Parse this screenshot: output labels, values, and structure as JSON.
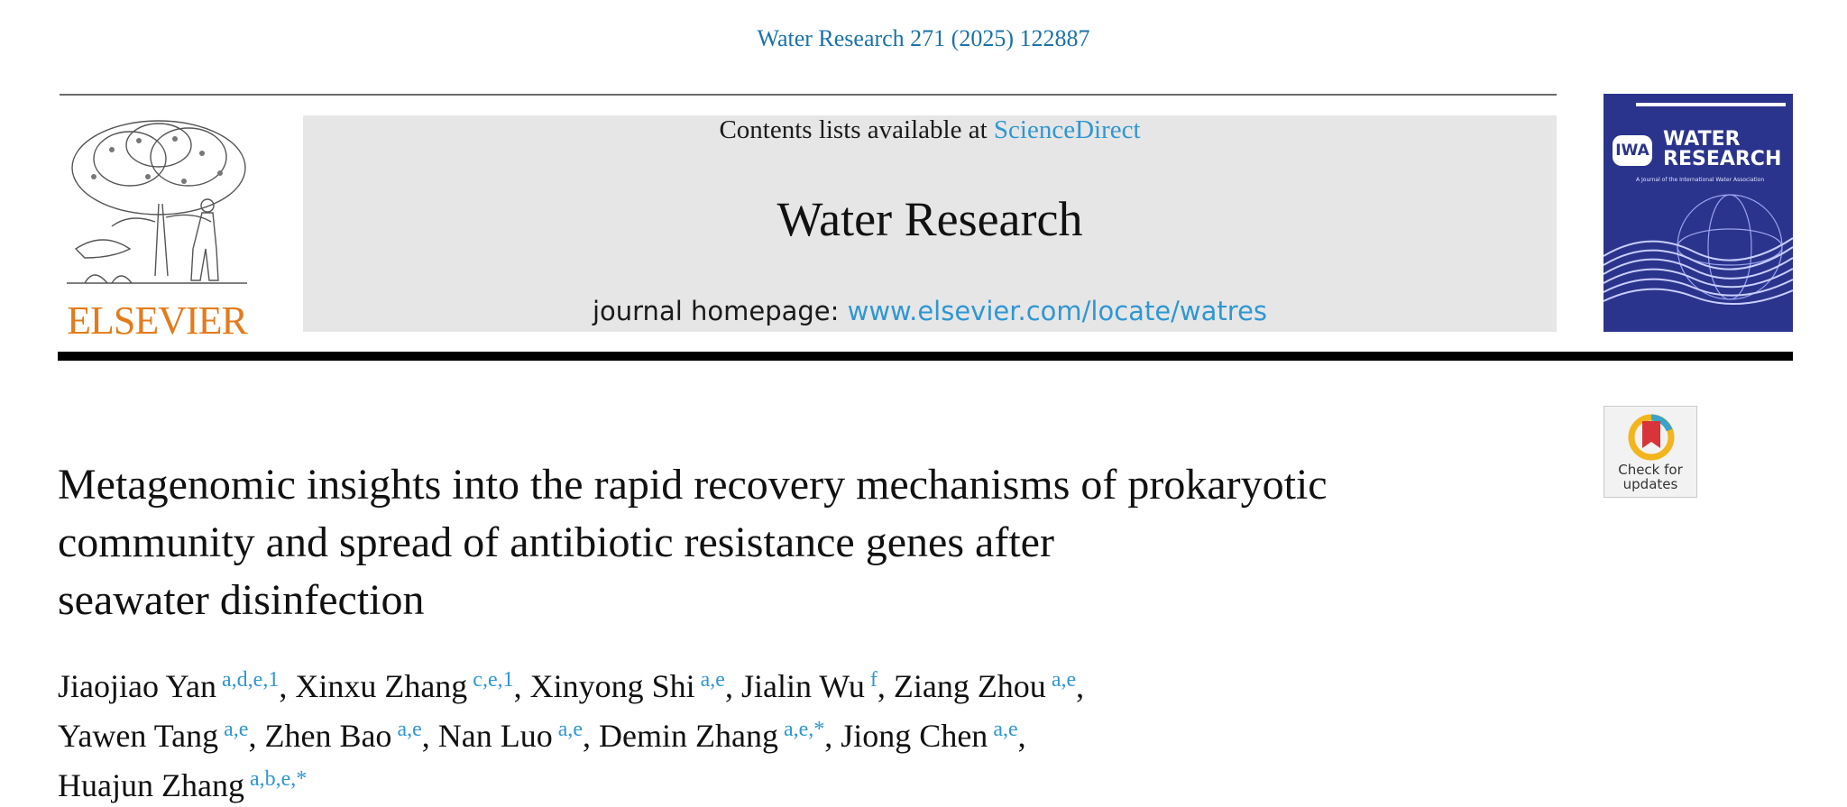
{
  "header": {
    "citation": "Water Research 271 (2025) 122887"
  },
  "publisher": {
    "name": "ELSEVIER",
    "brand_color": "#e37b1b"
  },
  "masthead": {
    "contents_prefix": "Contents lists available at",
    "contents_link": "ScienceDirect",
    "journal_name": "Water Research",
    "homepage_prefix": "journal homepage:",
    "homepage_link": "www.elsevier.com/locate/watres",
    "link_color": "#2f97d2",
    "background_color": "#e6e6e6"
  },
  "cover": {
    "badge": "IWA",
    "title_line1": "WATER",
    "title_line2": "RESEARCH",
    "tagline": "A Journal of the International Water Association",
    "background_color": "#2b348c"
  },
  "check_updates": {
    "line1": "Check for",
    "line2": "updates"
  },
  "article": {
    "title_line1": "Metagenomic insights into the rapid recovery mechanisms of prokaryotic",
    "title_line2": "community and spread of antibiotic resistance genes after",
    "title_line3": "seawater disinfection"
  },
  "authors": [
    {
      "name": "Jiaojiao Yan",
      "affil": "a,d,e,1",
      "sep": ","
    },
    {
      "name": "Xinxu Zhang",
      "affil": "c,e,1",
      "sep": ","
    },
    {
      "name": "Xinyong Shi",
      "affil": "a,e",
      "sep": ","
    },
    {
      "name": "Jialin Wu",
      "affil": "f",
      "sep": ","
    },
    {
      "name": "Ziang Zhou",
      "affil": "a,e",
      "sep": ","
    },
    {
      "name": "Yawen Tang",
      "affil": "a,e",
      "sep": ","
    },
    {
      "name": "Zhen Bao",
      "affil": "a,e",
      "sep": ","
    },
    {
      "name": "Nan Luo",
      "affil": "a,e",
      "sep": ","
    },
    {
      "name": "Demin Zhang",
      "affil": "a,e,*",
      "sep": ","
    },
    {
      "name": "Jiong Chen",
      "affil": "a,e",
      "sep": ","
    },
    {
      "name": "Huajun Zhang",
      "affil": "a,b,e,*",
      "sep": ""
    }
  ]
}
